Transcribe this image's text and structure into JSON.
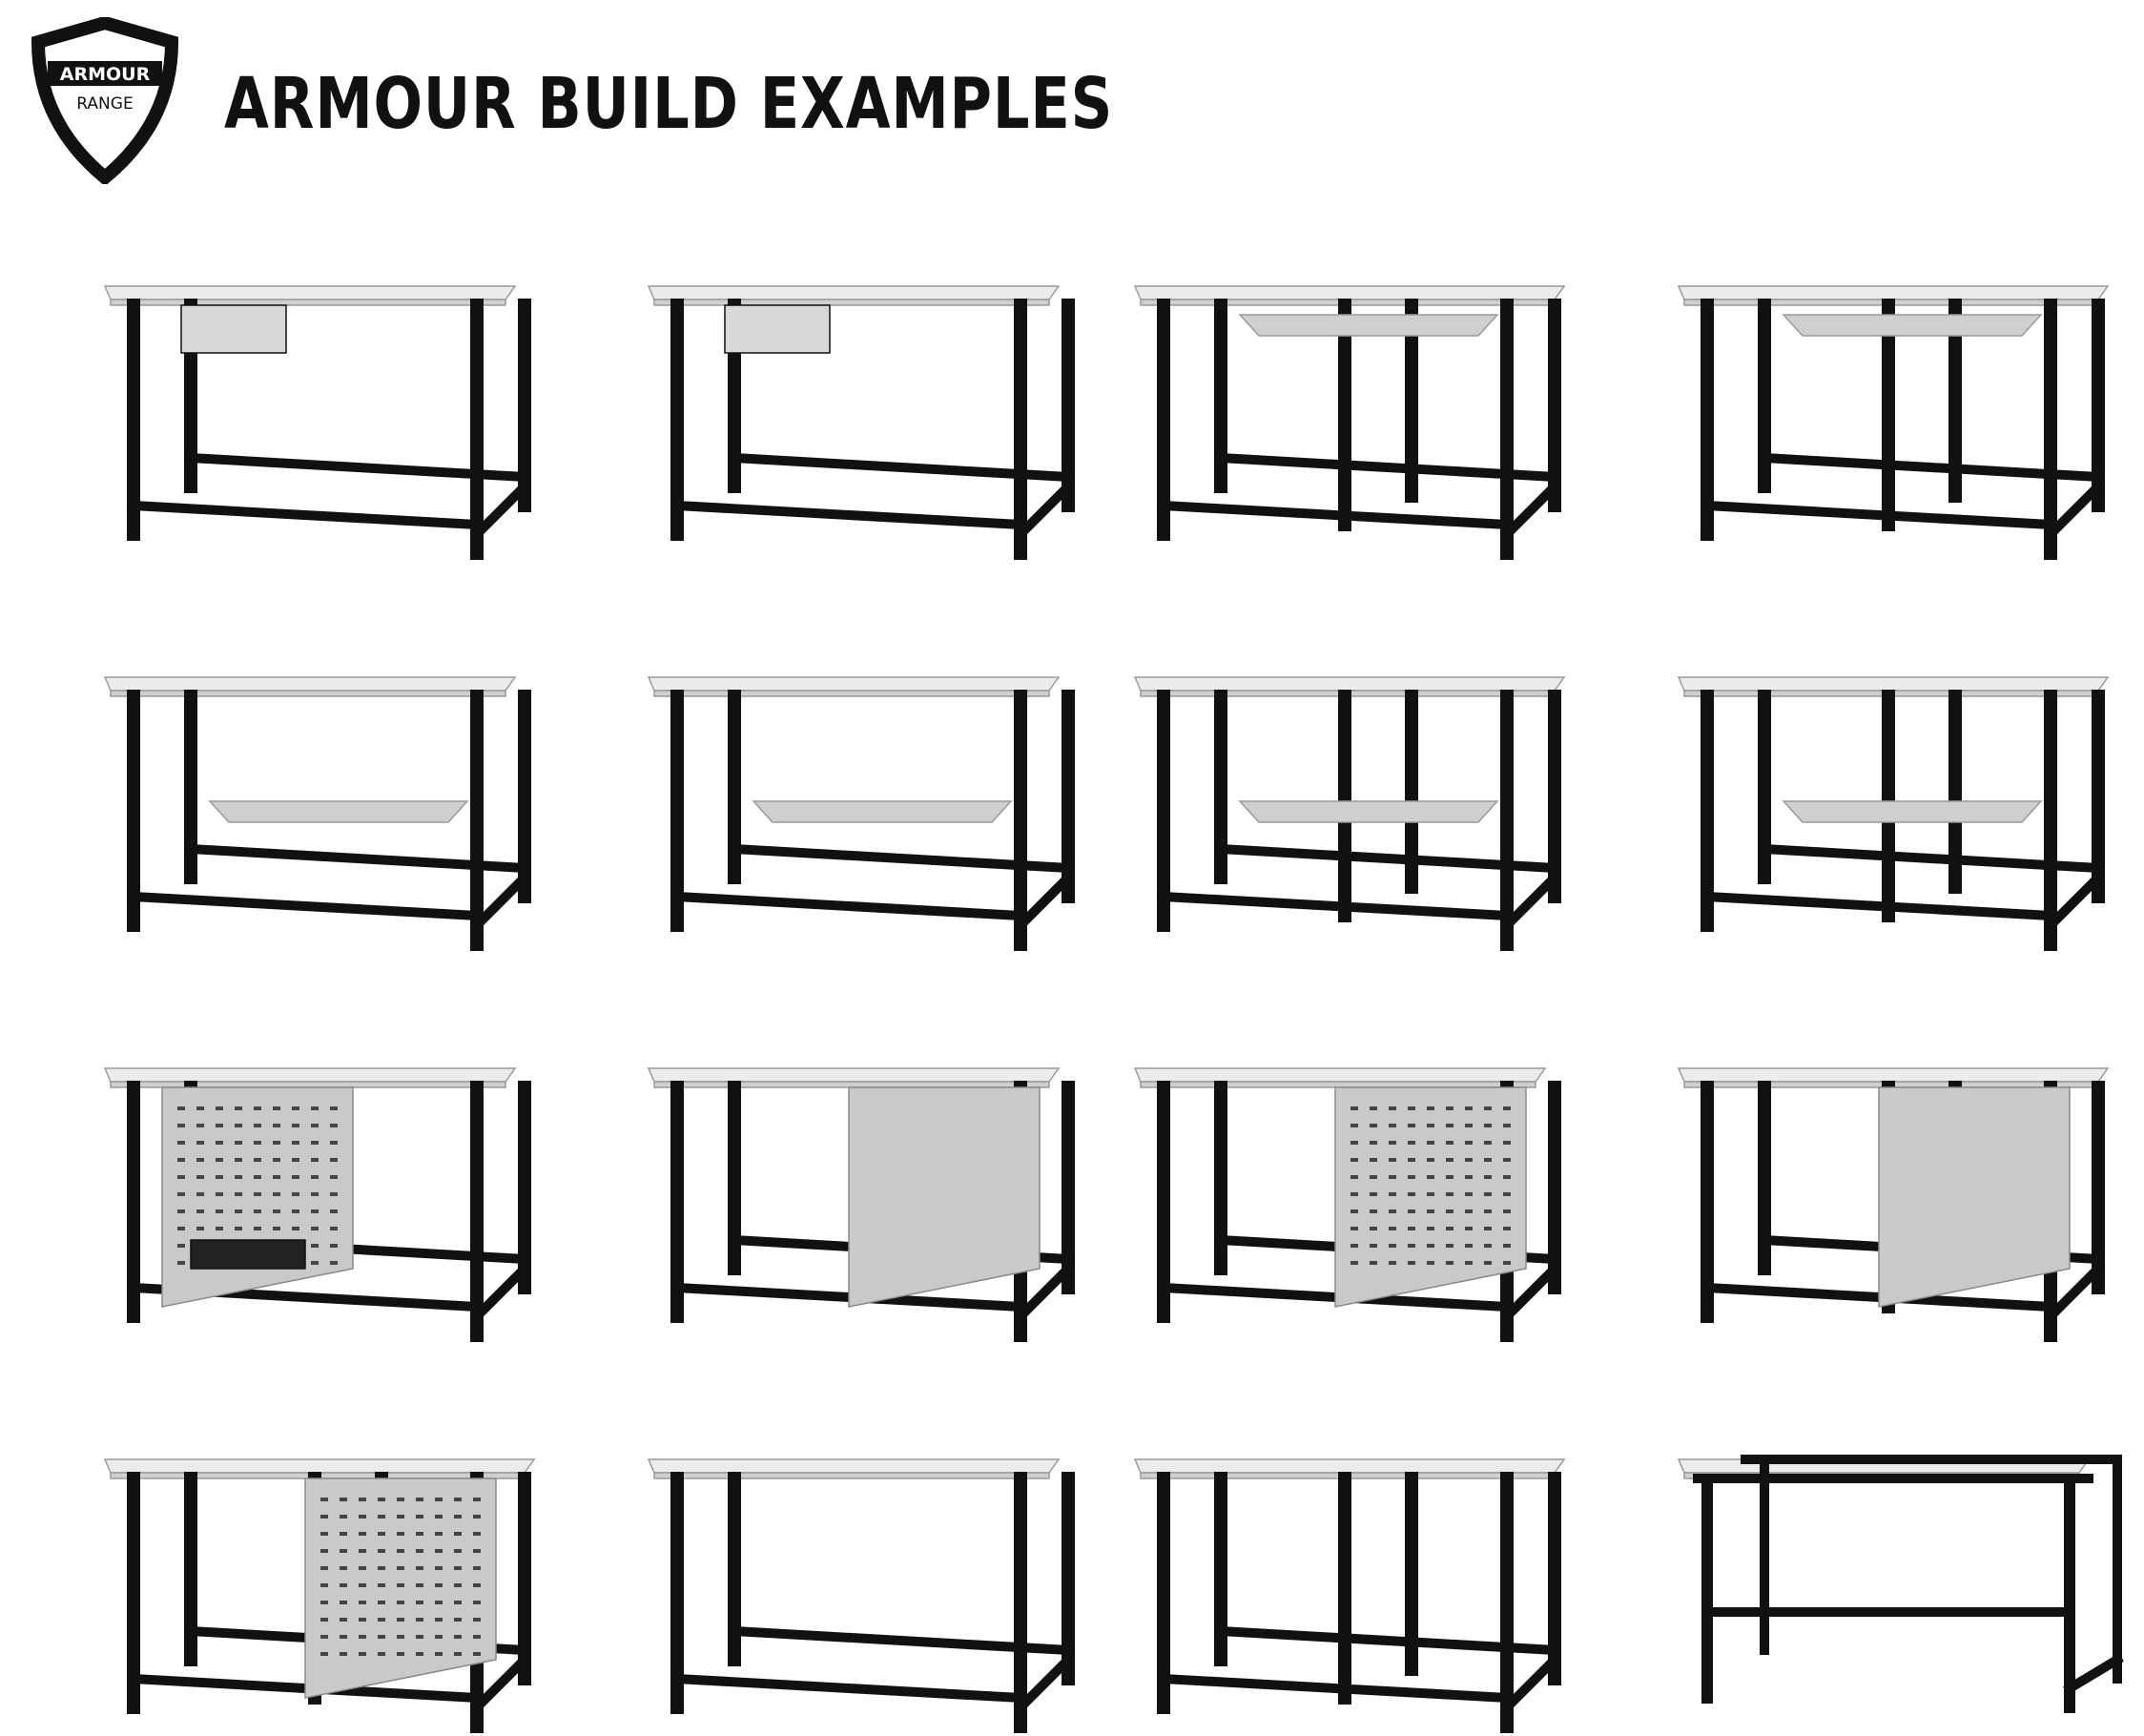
{
  "header": {
    "title": "ARMOUR BUILD EXAMPLES",
    "logo": {
      "line1": "ARMOUR",
      "line2": "RANGE",
      "icon": "shield-logo"
    }
  },
  "colors": {
    "frame": "#111111",
    "top": "#cfcfcf",
    "top_edge": "#ececec",
    "panel": "#c9c9c9",
    "text": "#111111"
  },
  "benches": [
    {
      "variant": "drawer-corner"
    },
    {
      "variant": "drawer-side"
    },
    {
      "variant": "half-shelf-front"
    },
    {
      "variant": "half-shelf-rear"
    },
    {
      "variant": "low-shelf"
    },
    {
      "variant": "low-shelf"
    },
    {
      "variant": "low-shelf-long"
    },
    {
      "variant": "low-shelf-long"
    },
    {
      "variant": "pegboard-tools"
    },
    {
      "variant": "solid-panel"
    },
    {
      "variant": "perforated-panel"
    },
    {
      "variant": "solid-panel-wide"
    },
    {
      "variant": "perforated-panel-wide"
    },
    {
      "variant": "open-frame"
    },
    {
      "variant": "open-frame-long"
    },
    {
      "variant": "bare-frame"
    }
  ]
}
